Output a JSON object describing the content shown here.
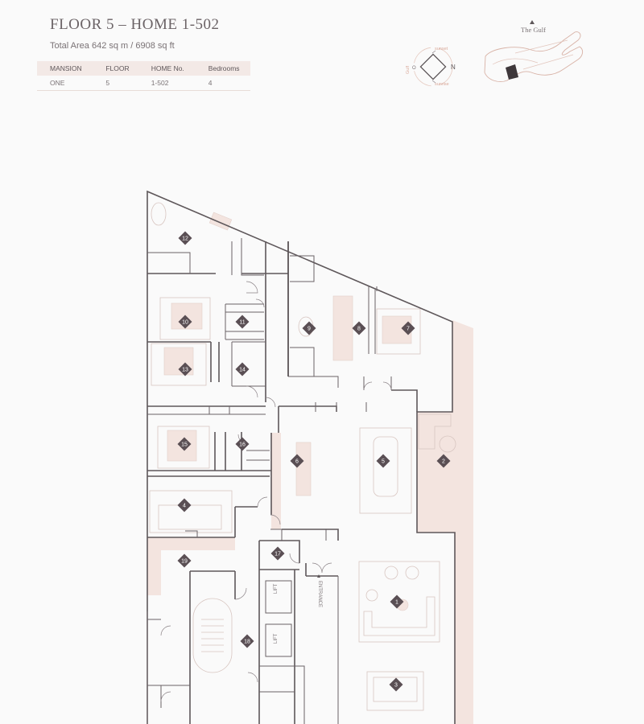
{
  "header": {
    "title": "FLOOR 5 – HOME 1-502",
    "subtitle": "Total Area 642 sq m / 6908 sq ft"
  },
  "specs_table": {
    "headers": [
      "MANSION",
      "FLOOR",
      "HOME No.",
      "Bedrooms"
    ],
    "values": [
      "ONE",
      "5",
      "1-502",
      "4"
    ]
  },
  "compass": {
    "north": "N",
    "sunset": "sunset",
    "sunrise": "sunrise",
    "west": "Gulf",
    "west_short": "O"
  },
  "keyplan": {
    "label": "The Gulf"
  },
  "plan": {
    "entrance_label": "ENTRANCE",
    "lift_label": "LIFT",
    "rooms": [
      "1",
      "2",
      "3",
      "4",
      "5",
      "6",
      "7",
      "8",
      "9",
      "10",
      "11",
      "12",
      "13",
      "14",
      "15",
      "16",
      "17",
      "18",
      "19"
    ]
  },
  "colors": {
    "wall": "#5e575a",
    "accent_fill": "#f3e4df",
    "tag": "#5a4f54",
    "text": "#6b6366"
  }
}
